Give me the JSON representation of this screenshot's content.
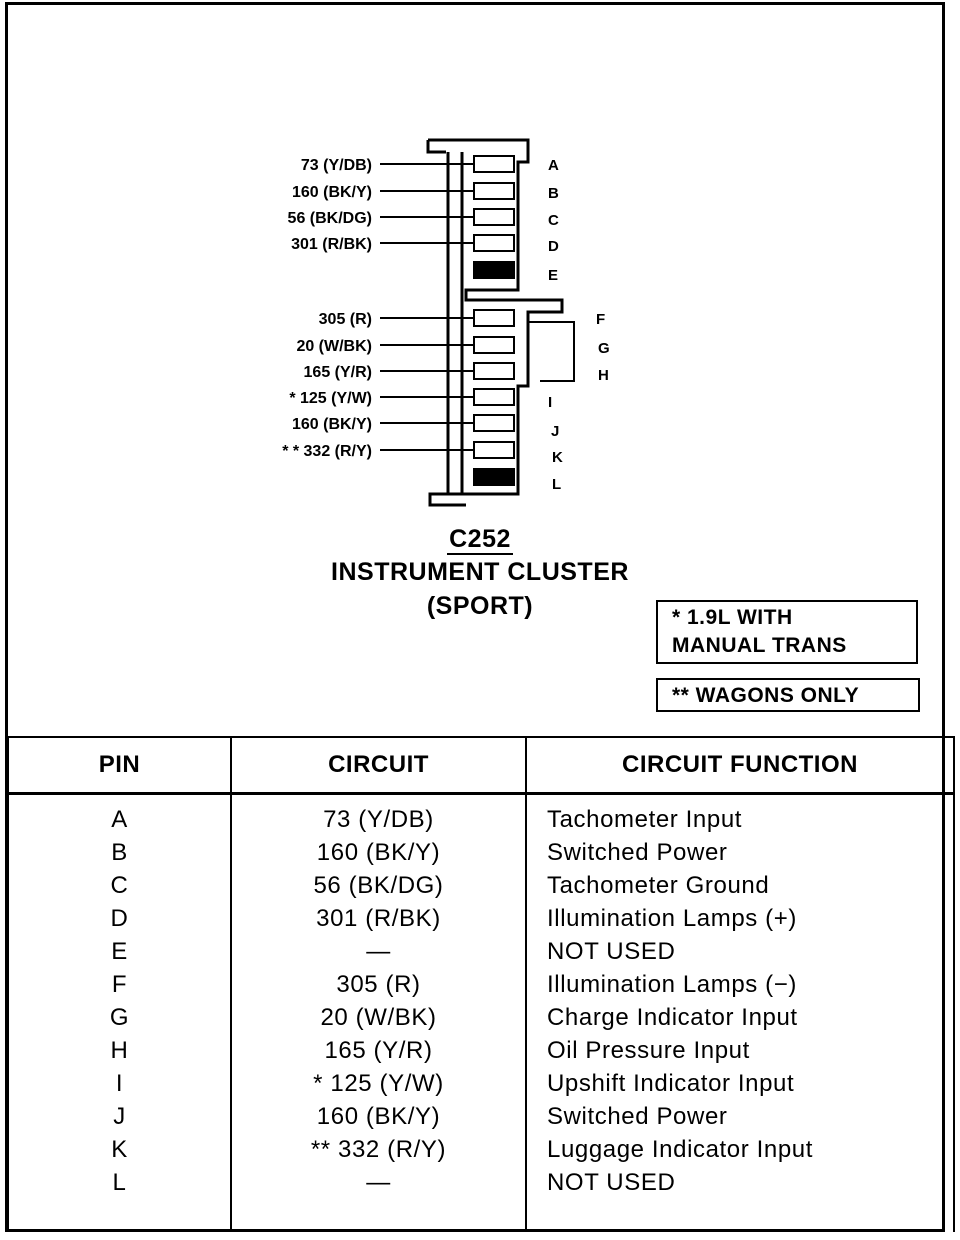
{
  "connector": {
    "id": "C252",
    "name": "INSTRUMENT CLUSTER",
    "subtitle": "(SPORT)"
  },
  "notes": [
    {
      "lines": [
        "* 1.9L WITH",
        "MANUAL TRANS"
      ]
    },
    {
      "lines": [
        "** WAGONS ONLY"
      ]
    }
  ],
  "table": {
    "headers": [
      "PIN",
      "CIRCUIT",
      "CIRCUIT FUNCTION"
    ],
    "rows": [
      {
        "pin": "A",
        "circuit": "73  (Y/DB)",
        "function": "Tachometer Input",
        "wire": "73 (Y/DB)"
      },
      {
        "pin": "B",
        "circuit": "160  (BK/Y)",
        "function": "Switched Power",
        "wire": "160 (BK/Y)"
      },
      {
        "pin": "C",
        "circuit": "56  (BK/DG)",
        "function": "Tachometer Ground",
        "wire": "56 (BK/DG)"
      },
      {
        "pin": "D",
        "circuit": "301  (R/BK)",
        "function": "Illumination Lamps (+)",
        "wire": "301 (R/BK)"
      },
      {
        "pin": "E",
        "circuit": "—",
        "function": "NOT USED",
        "wire": ""
      },
      {
        "pin": "F",
        "circuit": "305  (R)",
        "function": "Illumination Lamps (−)",
        "wire": "305 (R)"
      },
      {
        "pin": "G",
        "circuit": "20  (W/BK)",
        "function": "Charge Indicator Input",
        "wire": "20 (W/BK)"
      },
      {
        "pin": "H",
        "circuit": "165  (Y/R)",
        "function": "Oil Pressure Input",
        "wire": "165 (Y/R)"
      },
      {
        "pin": "I",
        "circuit": "* 125  (Y/W)",
        "function": "Upshift Indicator Input",
        "wire": "* 125 (Y/W)"
      },
      {
        "pin": "J",
        "circuit": "160  (BK/Y)",
        "function": "Switched Power",
        "wire": "160 (BK/Y)"
      },
      {
        "pin": "K",
        "circuit": "** 332  (R/Y)",
        "function": "Luggage Indicator Input",
        "wire": "* * 332 (R/Y)"
      },
      {
        "pin": "L",
        "circuit": "—",
        "function": "NOT USED",
        "wire": ""
      }
    ]
  }
}
